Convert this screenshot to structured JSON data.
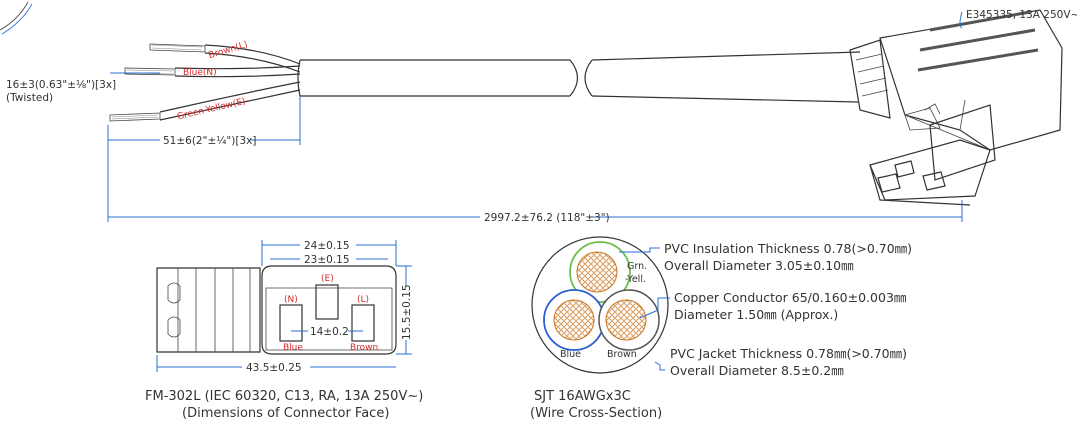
{
  "cable": {
    "label_brown": "Brown(L)",
    "label_blue": "Blue(N)",
    "label_green": "Green-Yellow(E)",
    "strip_length": "16±3(0.63\"±⅛\")[3x]",
    "strip_note": "(Twisted)",
    "lead_length": "51±6(2\"±¼\")[3x]",
    "total_length": "2997.2±76.2 (118\"±3\")",
    "cert": "E345335, 13A 250V~"
  },
  "face": {
    "dim_top1": "24±0.15",
    "dim_top2": "23±0.15",
    "dim_pin": "14±0.2",
    "dim_height": "15.5±0.15",
    "dim_total": "43.5±0.25",
    "pin_n": "(N)",
    "pin_e": "(E)",
    "pin_l": "(L)",
    "pin_blue": "Blue",
    "pin_brown": "Brown",
    "caption1": "FM-302L (IEC 60320, C13, RA, 13A 250V~)",
    "caption2": "(Dimensions of Connector Face)"
  },
  "section": {
    "grn": "Grn.",
    "yell": "-Yell.",
    "blue": "Blue",
    "brown": "Brown",
    "note1a": "PVC Insulation Thickness 0.78(>0.70㎜)",
    "note1b": "Overall Diameter 3.05±0.10㎜",
    "note2a": "Copper Conductor 65/0.160±0.003㎜",
    "note2b": "Diameter 1.50㎜ (Approx.)",
    "note3a": "PVC Jacket Thickness 0.78㎜(>0.70㎜)",
    "note3b": "Overall Diameter 8.5±0.2㎜",
    "caption1": "SJT 16AWGx3C",
    "caption2": "(Wire Cross-Section)"
  }
}
